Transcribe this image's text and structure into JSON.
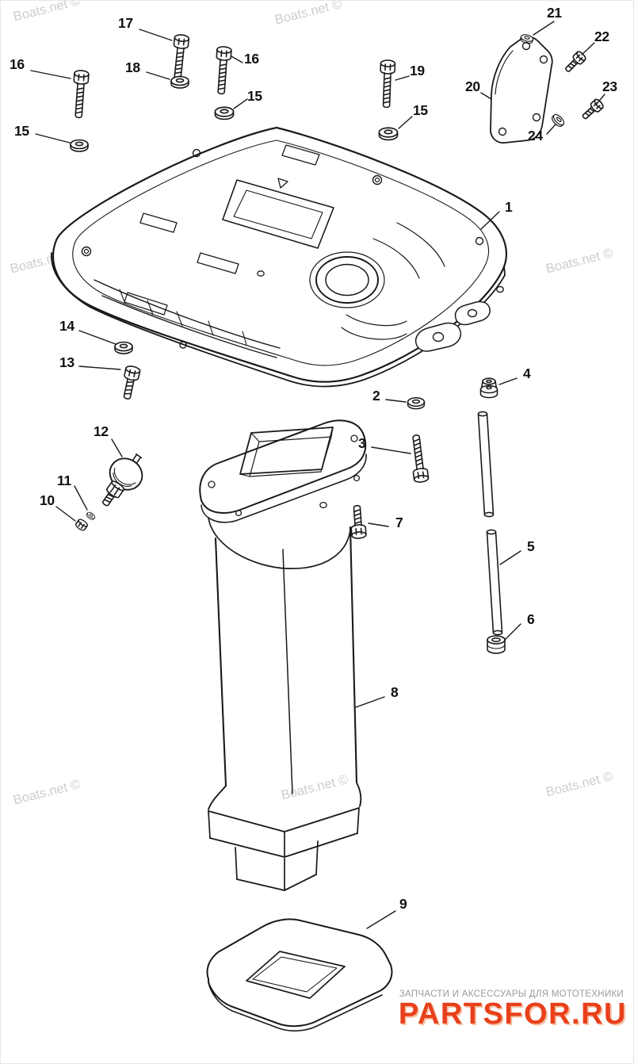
{
  "watermark": {
    "text": "Boats.net ©"
  },
  "callouts": [
    {
      "label": "17"
    },
    {
      "label": "16"
    },
    {
      "label": "18"
    },
    {
      "label": "16"
    },
    {
      "label": "15"
    },
    {
      "label": "15"
    },
    {
      "label": "19"
    },
    {
      "label": "15"
    },
    {
      "label": "21"
    },
    {
      "label": "22"
    },
    {
      "label": "20"
    },
    {
      "label": "23"
    },
    {
      "label": "24"
    },
    {
      "label": "1"
    },
    {
      "label": "14"
    },
    {
      "label": "13"
    },
    {
      "label": "2"
    },
    {
      "label": "4"
    },
    {
      "label": "3"
    },
    {
      "label": "12"
    },
    {
      "label": "11"
    },
    {
      "label": "10"
    },
    {
      "label": "7"
    },
    {
      "label": "5"
    },
    {
      "label": "6"
    },
    {
      "label": "8"
    },
    {
      "label": "9"
    }
  ],
  "footer": {
    "tagline": "ЗАПЧАСТИ И АКСЕССУАРЫ ДЛЯ МОТОТЕХНИКИ",
    "brand": "PARTSFOR.RU"
  },
  "colors": {
    "line": "#1a1a1a",
    "watermark": "#cdcdcd",
    "brand_red": "#e8401b"
  }
}
